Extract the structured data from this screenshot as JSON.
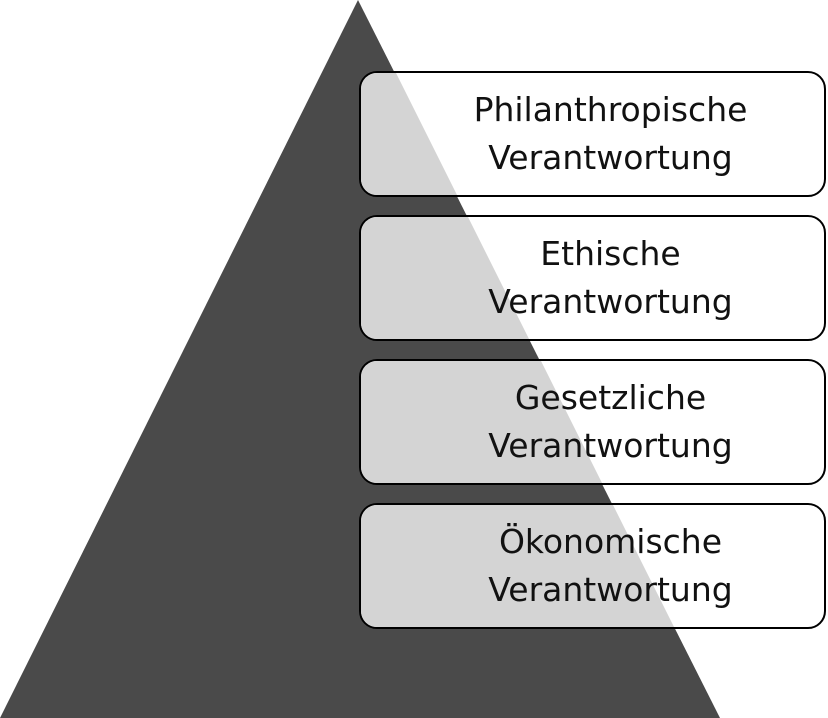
{
  "colors": {
    "pyramid_fill": "#4a4a4a",
    "box_inside_pyramid": "#d4d4d4",
    "box_outside_pyramid": "#ffffff",
    "box_border": "#000000",
    "text": "#111111"
  },
  "levels": [
    {
      "line1": "Philanthropische",
      "line2": "Verantwortung"
    },
    {
      "line1": "Ethische",
      "line2": "Verantwortung"
    },
    {
      "line1": "Gesetzliche",
      "line2": "Verantwortung"
    },
    {
      "line1": "Ökonomische",
      "line2": "Verantwortung"
    }
  ]
}
